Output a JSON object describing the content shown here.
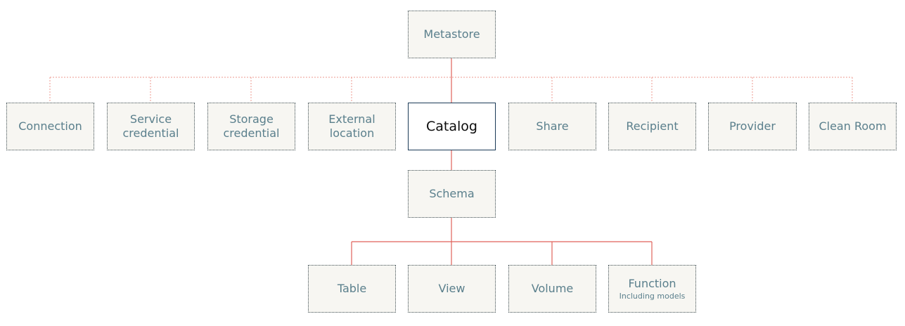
{
  "nodes": {
    "metastore": "Metastore",
    "connection": "Connection",
    "service_credential": "Service\ncredential",
    "storage_credential": "Storage\ncredential",
    "external_location": "External\nlocation",
    "catalog": "Catalog",
    "share": "Share",
    "recipient": "Recipient",
    "provider": "Provider",
    "clean_room": "Clean Room",
    "schema": "Schema",
    "table": "Table",
    "view": "View",
    "volume": "Volume",
    "function": "Function",
    "function_note": "Including models"
  },
  "colors": {
    "solid_link": "#e0625a",
    "dotted_link": "#ec9a8f",
    "node_fill": "#f7f6f2",
    "node_text": "#5a7f8c",
    "focus_border": "#1b3a57"
  }
}
